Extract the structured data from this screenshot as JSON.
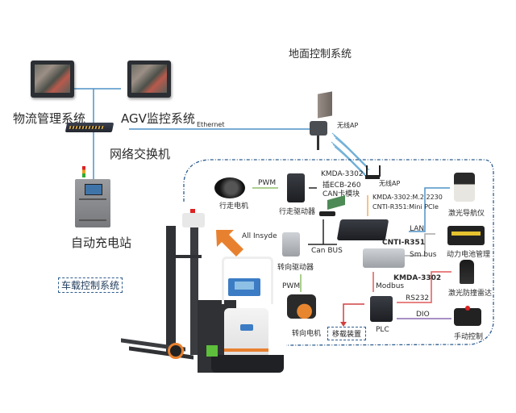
{
  "diagram": {
    "ground_system_title": "地面控制系统",
    "onboard_system_title": "车载控制系统",
    "ground": {
      "logistics_system": "物流管理系统",
      "agv_monitor_system": "AGV监控系统",
      "network_switch": "网络交换机",
      "charging_station": "自动充电站",
      "wireless_ap": "无线AP",
      "ethernet_label": "Ethernet"
    },
    "onboard": {
      "drive_motor": "行走电机",
      "drive_driver": "行走驱动器",
      "pwm_drive": "PWM",
      "can_card_line1": "KMDA-3302",
      "can_card_line2": "插ECB-260",
      "can_card_line3": "CAN卡模块",
      "wireless_ap": "无线AP",
      "wifi_module_line1": "KMDA-3302:M.2 2230",
      "wifi_module_line2": "CNTI-R351:Mini PCIe",
      "laser_nav": "激光导航仪",
      "lan_label": "LAN",
      "cnti_r351": "CNTI-R351",
      "battery_mgmt": "动力电池管理",
      "smbus_label": "Sm bus",
      "kmda_3302": "KMDA-3302",
      "all_insyde": "All Insyde",
      "steering_driver": "转向驱动器",
      "can_bus_label": "Can BUS",
      "pwm_steer": "PWM",
      "steering_motor": "转向电机",
      "modbus_label": "Modbus",
      "plc": "PLC",
      "rs232_label": "RS232",
      "laser_anticollision": "激光防撞雷达",
      "dio_label": "DIO",
      "manual_control": "手动控制",
      "transfer_device": "移载装置"
    },
    "colors": {
      "ethernet_line": "#4f92c6",
      "pwm_line": "#8fbf6a",
      "can_line": "#222222",
      "wifi_module_line": "#f0b060",
      "lan_line": "#4f92c6",
      "smbus_line": "#a9a9a9",
      "modbus_line": "#e05a5a",
      "rs232_line": "#e05a5a",
      "dio_line": "#8a6bb0",
      "transfer_line": "#d04040",
      "dashed_border": "#2f5d8f",
      "arrow_orange": "#e8812f"
    }
  }
}
